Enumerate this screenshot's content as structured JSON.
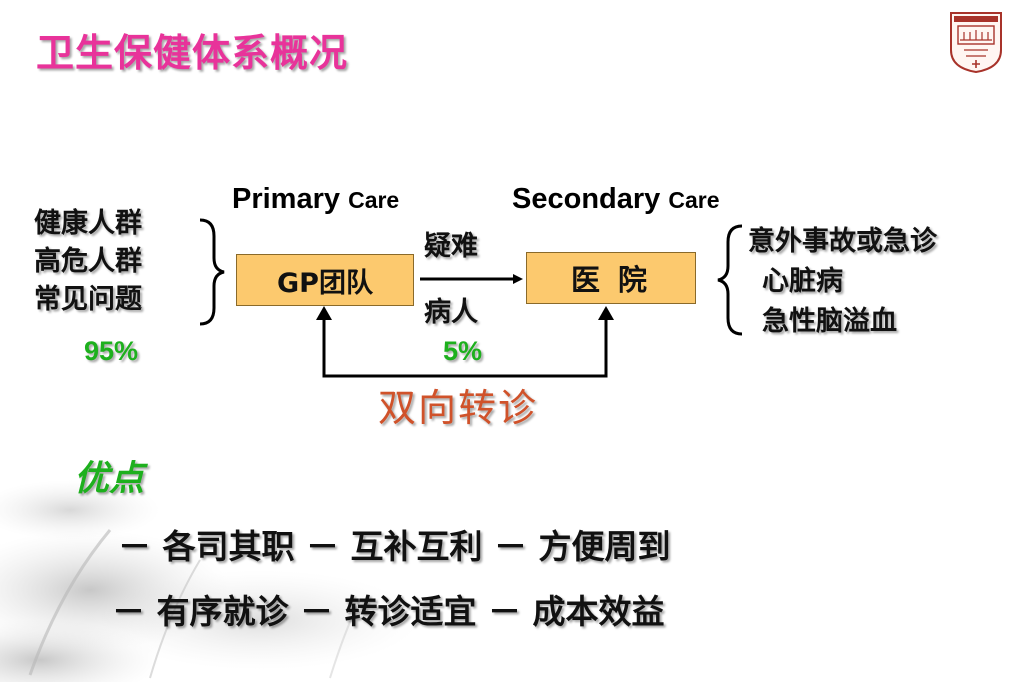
{
  "title": "卫生保健体系概况",
  "primary_care": {
    "main": "Primary",
    "small": "Care"
  },
  "secondary_care": {
    "main": "Secondary",
    "small": "Care"
  },
  "left_group": [
    "健康人群",
    "高危人群",
    "常见问题"
  ],
  "right_group": [
    "意外事故或急诊",
    "心脏病",
    "急性脑溢血"
  ],
  "gp_box_label": "GP团队",
  "hospital_box_label": "医 院",
  "arrow_label_top": "疑难",
  "arrow_label_bottom": "病人",
  "percent_left": "95%",
  "percent_right": "5%",
  "referral_label": "双向转诊",
  "advantages_title": "优点",
  "bullets": [
    "－ 各司其职 － 互补互利 － 方便周到",
    "－ 有序就诊 － 转诊适宜 － 成本效益"
  ],
  "colors": {
    "title": "#e8339a",
    "box_fill": "#fcc96e",
    "percent": "#1db01d",
    "referral": "#d0522a",
    "logo": "#a8332a"
  },
  "logo_icon": "hospital-emblem-icon"
}
